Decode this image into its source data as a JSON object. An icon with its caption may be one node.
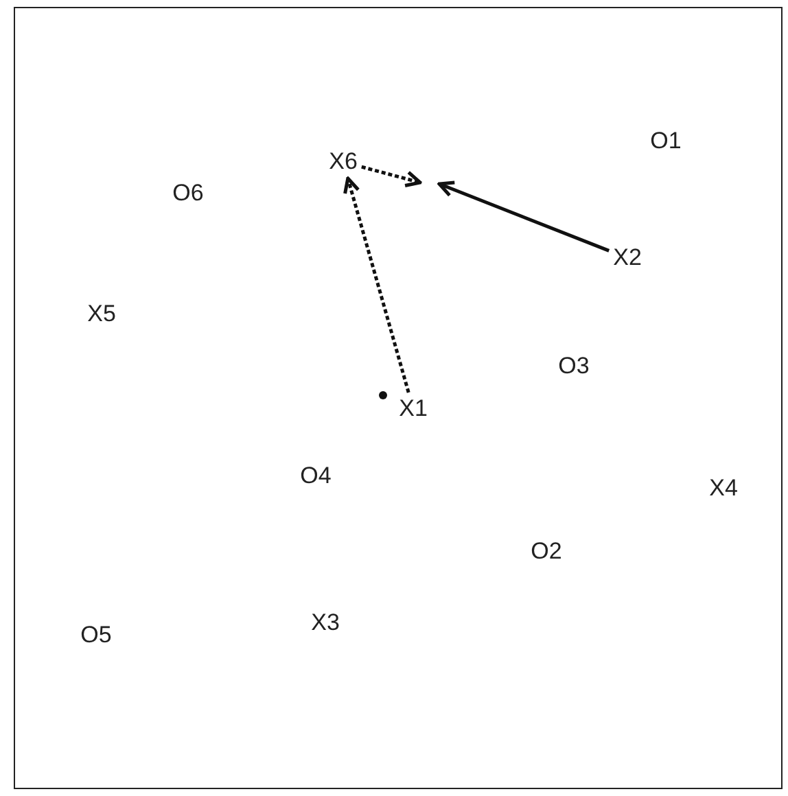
{
  "diagram": {
    "nodes": [
      {
        "text": [
          "X6"
        ]
      },
      {
        "text": [
          "X2"
        ]
      },
      {
        "text": [
          "X1"
        ]
      }
    ],
    "edges": [
      {
        "from": 2,
        "to": 0,
        "arrow": "to",
        "style": "dashed"
      },
      {
        "from": 0,
        "to": null,
        "arrow": "to",
        "style": "dashed"
      },
      {
        "from": 1,
        "to": null,
        "arrow": "to"
      }
    ],
    "labels": [
      "O1",
      "O6",
      "X5",
      "O3",
      "O4",
      "X4",
      "O2",
      "X3",
      "O5"
    ]
  }
}
